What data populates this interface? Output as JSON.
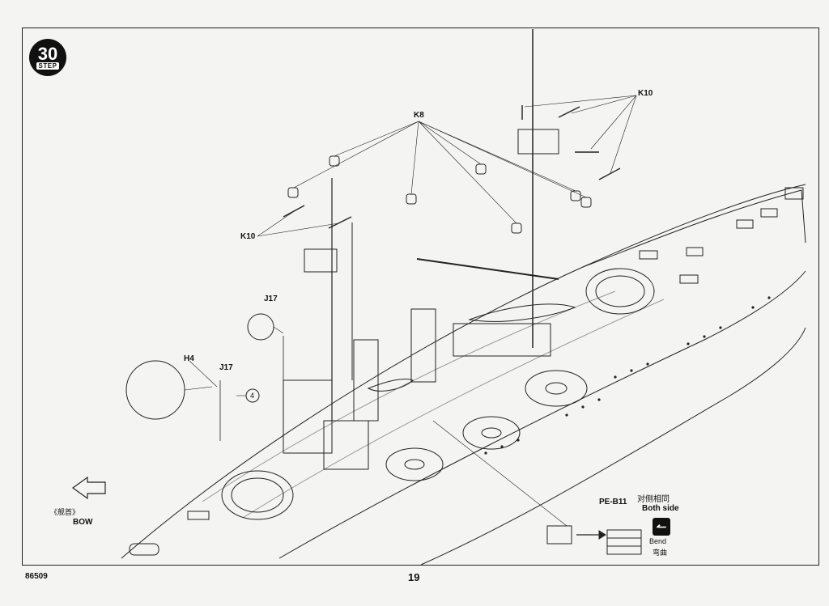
{
  "step": {
    "number": "30",
    "label": "STEP"
  },
  "parts": {
    "k8": "K8",
    "k10_top": "K10",
    "k10_left": "K10",
    "j17_top": "J17",
    "j17_mid": "J17",
    "h4": "H4",
    "circle_ref": "4",
    "pe_b11": "PE-B11"
  },
  "side_note": {
    "chinese": "对侧相同",
    "english": "Both side"
  },
  "bend": {
    "english": "Bend",
    "chinese": "弯曲"
  },
  "bow": {
    "chinese": "《舰首》",
    "english": "BOW"
  },
  "footer": {
    "kit_number": "86509",
    "page_number": "19"
  }
}
